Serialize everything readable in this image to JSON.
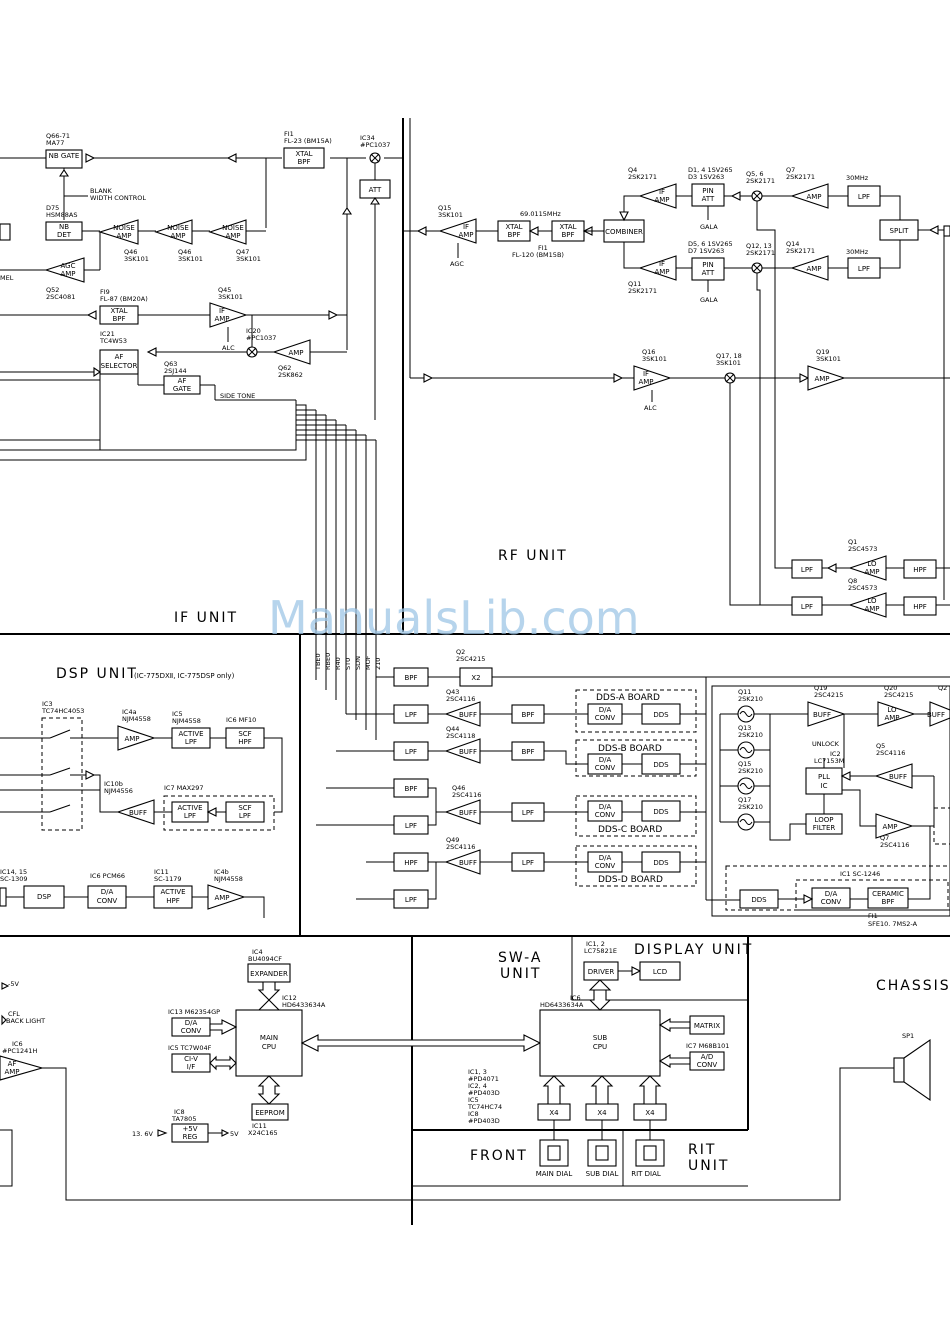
{
  "units": {
    "if_unit": "IF UNIT",
    "rf_unit": "RF UNIT",
    "dsp_unit": "DSP UNIT",
    "dsp_note": "(IC-775DXⅡ, IC-775DSP only)",
    "swa_unit_1": "SW-A",
    "swa_unit_2": "UNIT",
    "display_unit": "DISPLAY UNIT",
    "chassis": "CHASSIS",
    "front": "FRONT",
    "rit_unit_1": "RIT",
    "rit_unit_2": "UNIT"
  },
  "watermark": "ManualsLib.com",
  "if_blocks": {
    "nb_gate": "NB GATE",
    "nb_gate_part_1": "Q66-71",
    "nb_gate_part_2": "MA77",
    "blank_1": "BLANK",
    "blank_2": "WIDTH CONTROL",
    "fi1_part_1": "FI1",
    "fi1_part_2": "FL-23 (BM15A)",
    "fi1_block_1": "XTAL",
    "fi1_block_2": "BPF",
    "ic34_1": "IC34",
    "ic34_2": "#PC1037",
    "att": "ATT",
    "nb_det_1": "NB",
    "nb_det_2": "DET",
    "d75_1": "D75",
    "d75_2": "HSM88AS",
    "noise_amp_1": "NOISE",
    "noise_amp_2": "AMP",
    "q46a_1": "Q46",
    "q46a_2": "3SK101",
    "q46b_1": "Q46",
    "q46b_2": "3SK101",
    "q47_1": "Q47",
    "q47_2": "3SK101",
    "agc_amp_1": "AGC",
    "agc_amp_2": "AMP",
    "q52_1": "Q52",
    "q52_2": "2SC4081",
    "meter": "MEL",
    "fi9_1": "FI9",
    "fi9_2": "FL-87 (BM20A)",
    "xtal_bpf_1": "XTAL",
    "xtal_bpf_2": "BPF",
    "q45_1": "Q45",
    "q45_2": "3SK101",
    "if_amp_1": "IF",
    "if_amp_2": "AMP",
    "alc": "ALC",
    "ic20_1": "IC20",
    "ic20_2": "#PC1037",
    "amp": "AMP",
    "q62_1": "Q62",
    "q62_2": "2SK862",
    "ic21_1": "IC21",
    "ic21_2": "TC4W53",
    "af_sel_1": "AF",
    "af_sel_2": "SELECTOR",
    "q63_1": "Q63",
    "q63_2": "2SJ144",
    "af_gate_1": "AF",
    "af_gate_2": "GATE",
    "side_tone": "SIDE TONE"
  },
  "rf_blocks": {
    "q15_1": "Q15",
    "q15_2": "3SK101",
    "if_amp_1": "IF",
    "if_amp_2": "AMP",
    "agc": "AGC",
    "freq": "69.0115MHz",
    "fi1_1": "FI1",
    "fi1_2": "FL-120 (BM15B)",
    "xtal_1": "XTAL",
    "xtal_2": "BPF",
    "combiner": "COMBINER",
    "q4_1": "Q4",
    "q4_2": "2SK2171",
    "q11_1": "Q11",
    "q11_2": "2SK2171",
    "d14_1": "D1, 4  1SV265",
    "d14_2": "D3  1SV263",
    "d56_1": "D5, 6  1SV265",
    "d56_2": "D7  1SV263",
    "pin_1": "PIN",
    "pin_2": "ATT",
    "gala": "GALA",
    "q56_1": "Q5, 6",
    "q56_2": "2SK2171",
    "q1213_1": "Q12, 13",
    "q1213_2": "2SK2171",
    "q7_1": "Q7",
    "q7_2": "2SK2171",
    "q14_1": "Q14",
    "q14_2": "2SK2171",
    "amp": "AMP",
    "mhz30": "30MHz",
    "lpf": "LPF",
    "split": "SPLIT",
    "q16_1": "Q16",
    "q16_2": "3SK101",
    "q1718_1": "Q17, 18",
    "q1718_2": "3SK101",
    "q19_1": "Q19",
    "q19_2": "3SK101",
    "alc": "ALC",
    "q1_1": "Q1",
    "q1_2": "2SC4573",
    "q8_1": "Q8",
    "q8_2": "2SC4573",
    "lo_amp_1": "LO",
    "lo_amp_2": "AMP",
    "hpf": "HPF"
  },
  "dsp_blocks": {
    "ic3_1": "IC3",
    "ic3_2": "TC74HC4053",
    "ic4a_1": "IC4a",
    "ic4a_2": "NJM4558",
    "ic5_1": "IC5",
    "ic5_2": "NJM4558",
    "ic6_1": "IC6  MF10",
    "ic10b_1": "IC10b",
    "ic10b_2": "NJM4556",
    "ic7_1": "IC7  MAX297",
    "amp": "AMP",
    "active_1": "ACTIVE",
    "active_lpf": "LPF",
    "active_hpf": "HPF",
    "scf_1": "SCF",
    "scf_hpf": "HPF",
    "scf_lpf": "LPF",
    "buff": "BUFF",
    "ic1415_1": "IC14, 15",
    "ic1415_2": "SC-1309",
    "dsp": "DSP",
    "ic6p_1": "IC6  PCM66",
    "da_1": "D/A",
    "da_2": "CONV",
    "ic11_1": "IC11",
    "ic11_2": "SC-1179",
    "ic4b_1": "IC4b",
    "ic4b_2": "NJM4558"
  },
  "bus_labels": [
    "TBE0",
    "RBE0",
    "R40",
    "ST0",
    "SDN",
    "MOF",
    "210"
  ],
  "dds_blocks": {
    "bpf": "BPF",
    "lpf": "LPF",
    "hpf": "HPF",
    "x2": "X2",
    "buff": "BUFF",
    "q2_1": "Q2",
    "q2_2": "2SC4215",
    "q43_1": "Q43",
    "q43_2": "2SC4116",
    "q44_1": "Q44",
    "q44_2": "2SC4118",
    "q46_1": "Q46",
    "q46_2": "2SC4116",
    "q49_1": "Q49",
    "q49_2": "2SC4116",
    "dds_a": "DDS-A BOARD",
    "dds_b": "DDS-B BOARD",
    "dds_c": "DDS-C BOARD",
    "dds_d": "DDS-D BOARD",
    "da_1": "D/A",
    "da_2": "CONV",
    "dds": "DDS"
  },
  "pll_blocks": {
    "q11_1": "Q11",
    "q11_2": "2SK210",
    "q13_1": "Q13",
    "q13_2": "2SK210",
    "q15_1": "Q15",
    "q15_2": "2SK210",
    "q17_1": "Q17",
    "q17_2": "2SK210",
    "q19_1": "Q19",
    "q19_2": "2SC4215",
    "q20_1": "Q20",
    "q20_2": "2SC4215",
    "q2x_1": "Q2",
    "buff": "BUFF",
    "lo_amp_1": "LO",
    "lo_amp_2": "AMP",
    "unlock": "UNLOCK",
    "ic2_1": "IC2",
    "ic2_2": "LC7153M",
    "pll_1": "PLL",
    "pll_2": "IC",
    "loop_1": "LOOP",
    "loop_2": "FILTER",
    "q5_1": "Q5",
    "q5_2": "2SC4116",
    "q7_1": "Q7",
    "q7_2": "2SC4116",
    "amp": "AMP",
    "ic1_1": "IC1  SC-1246",
    "dds": "DDS",
    "da_1": "D/A",
    "da_2": "CONV",
    "ceramic_1": "CERAMIC",
    "ceramic_2": "BPF",
    "fi1_1": "FI1",
    "fi1_2": "SFE10. 7MS2-A"
  },
  "main_blocks": {
    "minus5v": "-5V",
    "cfl_1": "CFL",
    "cfl_2": "BACK LIGHT",
    "ic6_1": "IC6",
    "ic6_2": "#PC1241H",
    "af_amp_1": "AF",
    "af_amp_2": "AMP",
    "ic4_1": "IC4",
    "ic4_2": "BU4094CF",
    "expander": "EXPANDER",
    "ic12_1": "IC12",
    "ic12_2": "HD6433634A",
    "ic13": "IC13  M62354GP",
    "da_1": "D/A",
    "da_2": "CONV",
    "ic5": "IC5  TC7W04F",
    "civ_1": "CI-V",
    "civ_2": "I/F",
    "main_cpu_1": "MAIN",
    "main_cpu_2": "CPU",
    "eeprom": "EEPROM",
    "ic8_1": "IC8",
    "ic8_2": "TA7805",
    "v136": "13. 6V",
    "reg_1": "+5V",
    "reg_2": "REG",
    "v5": "5V",
    "ic11_1": "IC11",
    "ic11_2": "X24C165"
  },
  "swa_blocks": {
    "ic6_1": "IC6",
    "ic6_2": "HD6433634A",
    "sub_cpu_1": "SUB",
    "sub_cpu_2": "CPU",
    "ic_list": [
      "IC1, 3",
      "#PD4071",
      "IC2, 4",
      "#PD403D",
      "IC5",
      "TC74HC74",
      "IC8",
      "#PD403D"
    ],
    "x4": "X4",
    "matrix": "MATRIX",
    "ic7_1": "IC7  M68B101",
    "ad_1": "A/D",
    "ad_2": "CONV",
    "ic12_1": "IC1, 2",
    "ic12_2": "LC75821E",
    "driver": "DRIVER",
    "lcd": "LCD",
    "main_dial": "MAIN DIAL",
    "sub_dial": "SUB DIAL",
    "rit_dial": "RIT DIAL",
    "sp1": "SP1"
  }
}
